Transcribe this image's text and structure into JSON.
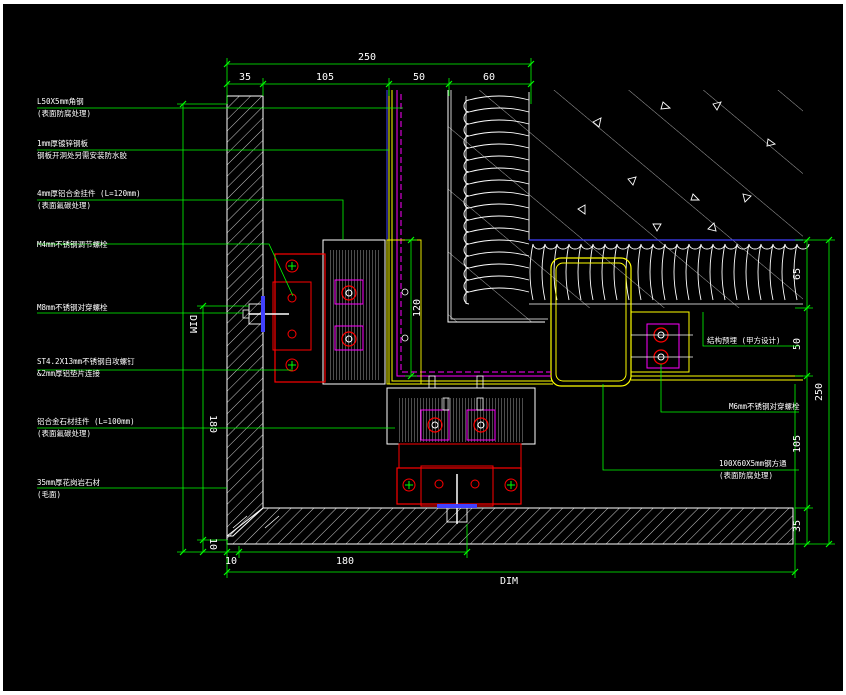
{
  "colors": {
    "background": "#000000",
    "frame": "#ffffff",
    "dimension": "#00ff00",
    "dimension_text": "#ffffff",
    "label_text": "#ffffff",
    "leader": "#00ff00",
    "stone_hatch": "#ffffff",
    "steel": "#ffff00",
    "aluminium": "#ff0000",
    "purple_line": "#ff00ff",
    "blue_line": "#4040ff",
    "fixing": "#ff00ff",
    "bolt": "#00ff00"
  },
  "dimensions": {
    "top_total": "250",
    "top_segments": [
      "35",
      "105",
      "50",
      "60"
    ],
    "bottom_segments": [
      "10",
      "180"
    ],
    "bottom_total": "DIM",
    "left_total": "DIM",
    "left_segments": [
      "180",
      "10"
    ],
    "right_segments": [
      "65",
      "50",
      "105",
      "35"
    ],
    "right_total": "250",
    "inner_vertical": "120"
  },
  "labels": [
    {
      "line1": "L50X5mm角钢",
      "line2": "(表面防腐处理)"
    },
    {
      "line1": "1mm厚镀锌钢板",
      "line2": "钢板开洞处另需安装防水胶"
    },
    {
      "line1": "4mm厚铝合金挂件 (L=120mm)",
      "line2": "(表面氟碳处理)"
    },
    {
      "line1": "M4mm不锈钢调节螺栓",
      "line2": ""
    },
    {
      "line1": "M8mm不锈钢对穿螺栓",
      "line2": ""
    },
    {
      "line1": "ST4.2X13mm不锈钢自攻螺钉",
      "line2": "&2mm厚铝垫片连接"
    },
    {
      "line1": "铝合金石材挂件 (L=100mm)",
      "line2": "(表面氟碳处理)"
    },
    {
      "line1": "35mm厚花岗岩石材",
      "line2": "(毛面)"
    }
  ],
  "right_labels": [
    {
      "line1": "结构预埋 (甲方设计)",
      "line2": ""
    },
    {
      "line1": "M6mm不锈钢对穿螺栓",
      "line2": ""
    },
    {
      "line1": "100X60X5mm钢方通",
      "line2": "(表面防腐处理)"
    }
  ]
}
